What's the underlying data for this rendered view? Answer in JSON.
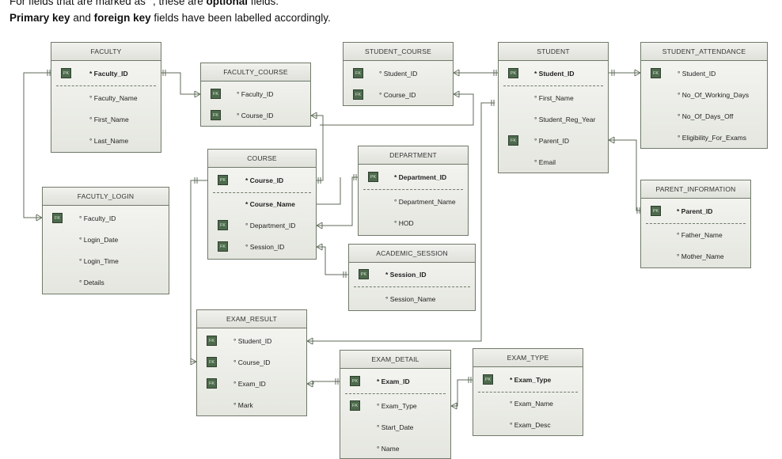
{
  "header": {
    "line1": {
      "part1": "For fields that are marked as ",
      "marker": "°",
      "part2": ", these are ",
      "bold": "optional",
      "part3": " fields."
    },
    "line2": {
      "bold1": "Primary key",
      "part1": " and ",
      "bold2": "foreign key",
      "part2": " fields have been labelled accordingly."
    }
  },
  "key_labels": {
    "pk": "PK",
    "fk": "FK"
  },
  "colors": {
    "key_badge": "#4d6b4c",
    "border": "#6f7a69",
    "wire": "#5f6b5a"
  },
  "entities": {
    "faculty": {
      "title": "FACULTY",
      "attrs": [
        "* Faculty_ID",
        "° Faculty_Name",
        "° First_Name",
        "° Last_Name"
      ]
    },
    "faculty_course": {
      "title": "FACULTY_COURSE",
      "attrs": [
        "° Faculty_ID",
        "° Course_ID"
      ]
    },
    "student_course": {
      "title": "STUDENT_COURSE",
      "attrs": [
        "° Student_ID",
        "° Course_ID"
      ]
    },
    "student": {
      "title": "STUDENT",
      "attrs": [
        "* Student_ID",
        "° First_Name",
        "° Student_Reg_Year",
        "° Parent_ID",
        "° Email"
      ]
    },
    "student_attendance": {
      "title": "STUDENT_ATTENDANCE",
      "attrs": [
        "° Student_ID",
        "° No_Of_Working_Days",
        "° No_Of_Days_Off",
        "° Eligibility_For_Exams"
      ]
    },
    "faculty_login": {
      "title": "FACUTLY_LOGIN",
      "attrs": [
        "° Faculty_ID",
        "° Login_Date",
        "° Login_Time",
        "° Details"
      ]
    },
    "course": {
      "title": "COURSE",
      "attrs": [
        "* Course_ID",
        "* Course_Name",
        "° Department_ID",
        "° Session_ID"
      ]
    },
    "department": {
      "title": "DEPARTMENT",
      "attrs": [
        "* Department_ID",
        "° Department_Name",
        "° HOD"
      ]
    },
    "parent_information": {
      "title": "PARENT_INFORMATION",
      "attrs": [
        "* Parent_ID",
        "° Father_Name",
        "° Mother_Name"
      ]
    },
    "academic_session": {
      "title": "ACADEMIC_SESSION",
      "attrs": [
        "* Session_ID",
        "° Session_Name"
      ]
    },
    "exam_result": {
      "title": "EXAM_RESULT",
      "attrs": [
        "° Student_ID",
        "° Course_ID",
        "° Exam_ID",
        "° Mark"
      ]
    },
    "exam_detail": {
      "title": "EXAM_DETAIL",
      "attrs": [
        "* Exam_ID",
        "° Exam_Type",
        "° Start_Date",
        "° Name"
      ]
    },
    "exam_type": {
      "title": "EXAM_TYPE",
      "attrs": [
        "* Exam_Type",
        "° Exam_Name",
        "° Exam_Desc"
      ]
    }
  }
}
